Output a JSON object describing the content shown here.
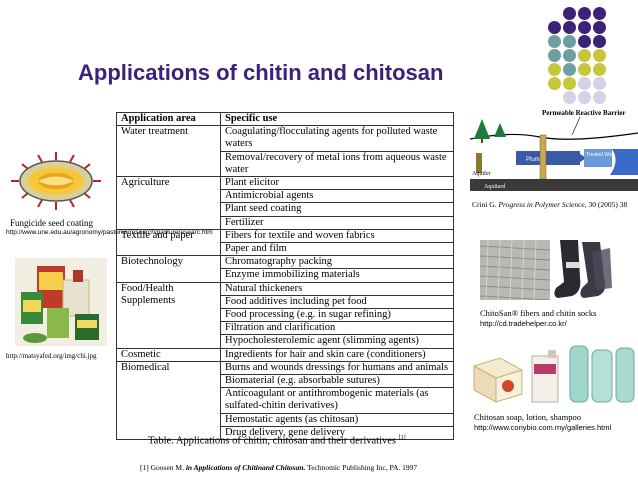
{
  "slide": {
    "title": "Applications of chitin and chitosan",
    "colors": {
      "title": "#3b2278",
      "dot_purple": "#3b2278",
      "dot_teal": "#6f9ea0",
      "dot_yellow": "#c8c63a",
      "dot_lavender": "#d6d0e8"
    }
  },
  "table": {
    "headers": [
      "Application area",
      "Specific use"
    ],
    "rows": [
      {
        "area": "Water treatment",
        "uses": [
          "Coagulating/flocculating agents for polluted waste waters",
          "Removal/recovery of metal ions from aqueous waste water"
        ]
      },
      {
        "area": "Agriculture",
        "uses": [
          "Plant elicitor",
          "Antimicrobial agents",
          "Plant seed coating",
          "Fertilizer"
        ]
      },
      {
        "area": "Textile and paper",
        "uses": [
          "Fibers for textile and woven fabrics",
          "Paper and film"
        ]
      },
      {
        "area": "Biotechnology",
        "uses": [
          "Chromatography packing",
          "Enzyme immobilizing materials"
        ]
      },
      {
        "area": "Food/Health Supplements",
        "uses": [
          "Natural thickeners",
          "Food additives including pet food",
          "Food processing (e.g. in sugar refining)",
          "Filtration and clarification",
          "Hypocholesterolemic agent (slimming agents)"
        ]
      },
      {
        "area": "Cosmetic",
        "uses": [
          "Ingredients for hair and skin care (conditioners)"
        ]
      },
      {
        "area": "Biomedical",
        "uses": [
          "Burns and wounds dressings for humans and animals",
          "Biomaterial (e.g. absorbable sutures)",
          "Anticoagulant or antithrombogenic materials (as sulfated-chitin derivatives)",
          "Hemostatic agents (as chitosan)",
          "Drug delivery, gene delivery"
        ]
      }
    ],
    "caption": "Table. Applications of chitin, chitosan and their derivatives",
    "caption_ref": "[1]"
  },
  "reference": {
    "prefix": "[1] Goosen M. ",
    "title": "in Applications of Chitinand Chitosan.",
    "suffix": " Technomic Publishing Inc, PA. 1997"
  },
  "left": {
    "seed_caption": "Fungicide seed coating",
    "seed_url": "http://www.une.edu.au/agronomy/pastures/research/pastureresearc.htm",
    "product_url": "http://matsyafed.org/img/chi.jpg"
  },
  "right": {
    "barrier": {
      "title": "Permeable Reactive Barrier",
      "aquifer": "Aquifer",
      "plume": "Plume",
      "treated": "Treated Water",
      "aquitard": "Aquitard"
    },
    "crini_author": "Crini G. ",
    "crini_journal": "Progress in Polymer Science",
    "crini_rest": ", 30 (2005) 38",
    "chitosan_caption": "ChitoSan® fibers and chitin socks",
    "chitosan_url": "http://cd.tradehelper.co.kr/",
    "soap_caption": "Chitosan soap, lotion, shampoo",
    "soap_url": "http://www.conybio.com.my/galleries.html"
  }
}
